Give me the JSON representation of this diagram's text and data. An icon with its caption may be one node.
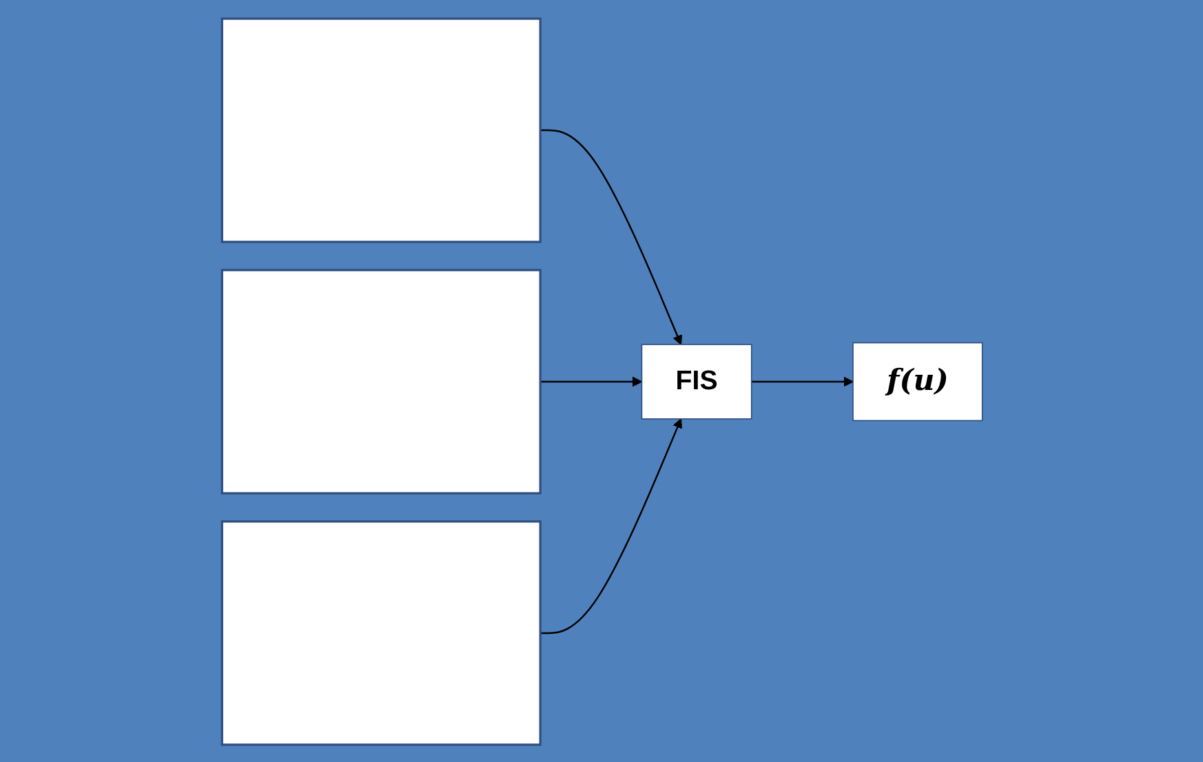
{
  "diagram": {
    "nodes": [
      {
        "text": [],
        "shape": "box"
      },
      {
        "text": [],
        "shape": "box"
      },
      {
        "text": [],
        "shape": "box"
      },
      {
        "text": [
          "FIS"
        ]
      },
      {
        "text": [
          "f(u)"
        ]
      }
    ],
    "edges": [
      {
        "from": 0,
        "to": 3,
        "arrow": "to"
      },
      {
        "from": 1,
        "to": 3,
        "arrow": "to"
      },
      {
        "from": 2,
        "to": 3,
        "arrow": "to"
      },
      {
        "from": 3,
        "to": 4,
        "arrow": "to"
      }
    ]
  }
}
